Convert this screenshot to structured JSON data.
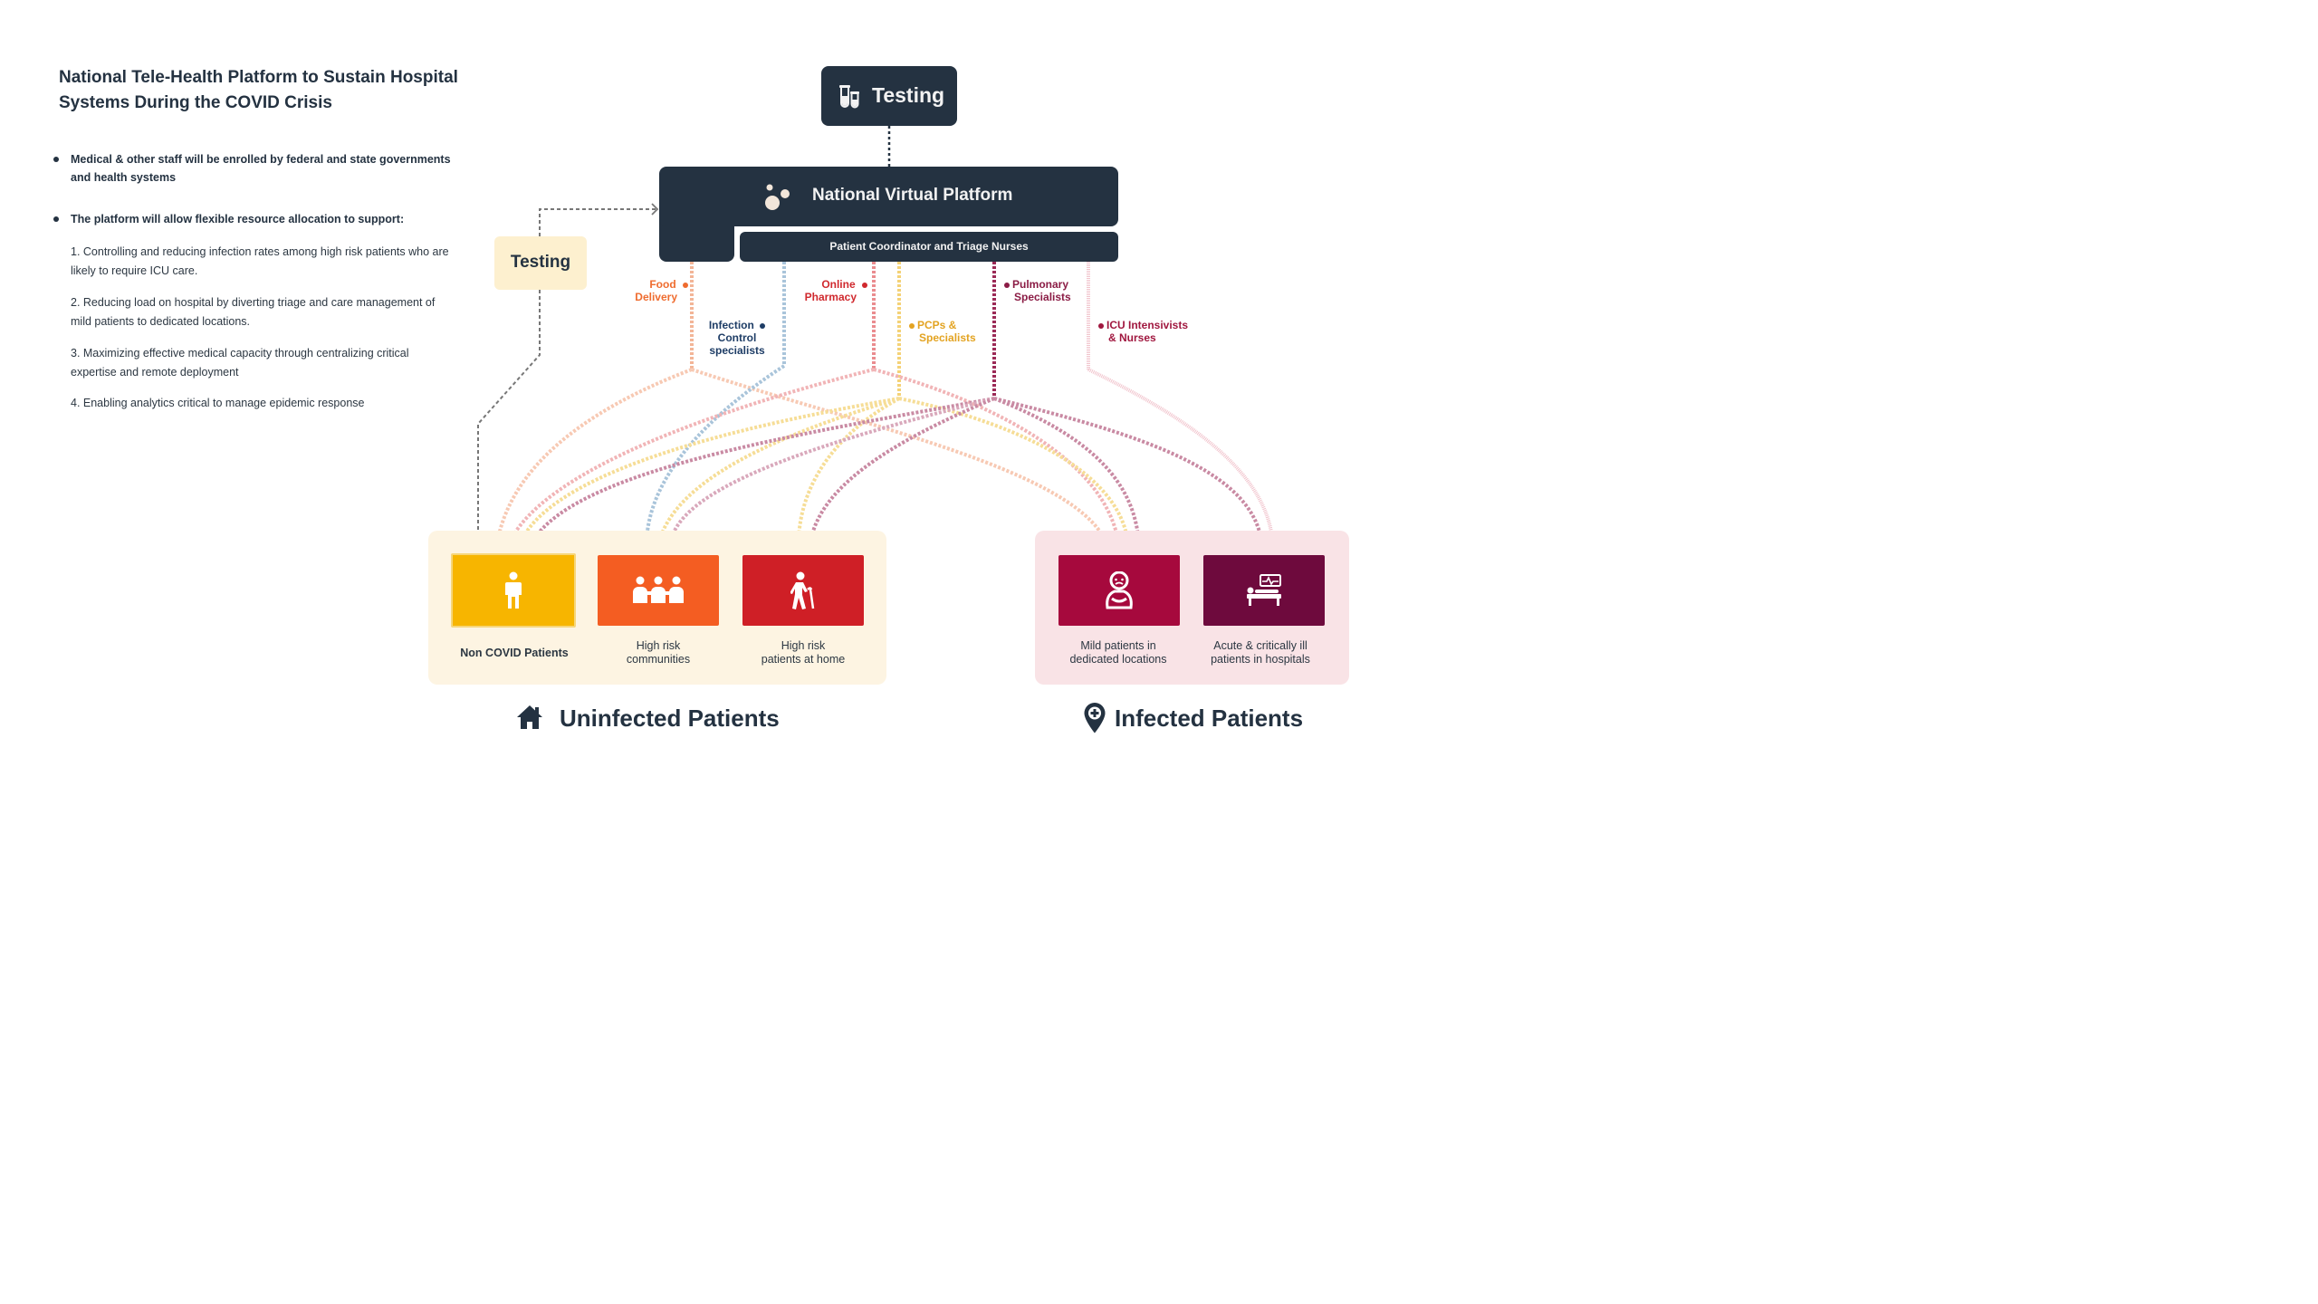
{
  "title": "National Tele-Health Platform to Sustain Hospital Systems During the COVID Crisis",
  "bullets": [
    "Medical & other staff will  be enrolled by federal and state governments and health systems",
    "The platform will  allow  flexible  resource allocation  to support:"
  ],
  "points": [
    "1. Controlling  and  reducing  infection rates among  high risk patients who are likely to require ICU care.",
    "2. Reducing load on hospital by diverting triage and care management of mild patients to dedicated locations.",
    "3. Maximizing  effective medical capacity through  centralizing critical expertise and remote deployment",
    "4. Enabling  analytics critical to manage  epidemic  response"
  ],
  "testing_top": {
    "label": "Testing",
    "icon": "test-tubes-icon"
  },
  "platform": {
    "label": "National Virtual Platform",
    "icon": "bubbles-icon",
    "sub_label": "Patient Coordinator and Triage Nurses"
  },
  "testing_left": {
    "label": "Testing"
  },
  "specialists": [
    {
      "id": "food",
      "line1": "Food",
      "line2": "Delivery",
      "color": "#ef6c2f"
    },
    {
      "id": "infection",
      "line1": "Infection",
      "line2": "Control",
      "line3": "specialists",
      "color": "#1e3d66"
    },
    {
      "id": "pharmacy",
      "line1": "Online",
      "line2": "Pharmacy",
      "color": "#d0292e"
    },
    {
      "id": "pcps",
      "line1": "PCPs &",
      "line2": "Specialists",
      "color": "#e3a321"
    },
    {
      "id": "pulmonary",
      "line1": "Pulmonary",
      "line2": "Specialists",
      "color": "#8b1c45"
    },
    {
      "id": "icu",
      "line1": "ICU Intensivists",
      "line2": "& Nurses",
      "color": "#a0173f"
    }
  ],
  "patients": [
    {
      "id": "non-covid",
      "line1": "Non COVID  Patients",
      "line2": "",
      "color": "#f7b500",
      "icon": "person-icon"
    },
    {
      "id": "high-risk-communities",
      "line1": "High  risk",
      "line2": "communities",
      "color": "#f45d22",
      "icon": "group-icon"
    },
    {
      "id": "high-risk-home",
      "line1": "High  risk",
      "line2": "patients at home",
      "color": "#cf1f26",
      "icon": "elderly-person-icon"
    },
    {
      "id": "mild",
      "line1": "Mild patients in",
      "line2": "dedicated locations",
      "color": "#a6093d",
      "icon": "sick-person-icon"
    },
    {
      "id": "acute",
      "line1": "Acute & critically ill",
      "line2": "patients in hospitals",
      "color": "#6e0a3d",
      "icon": "hospital-bed-icon"
    }
  ],
  "groups": {
    "uninfected": {
      "label": "Uninfected Patients",
      "icon": "house-icon"
    },
    "infected": {
      "label": "Infected Patients",
      "icon": "location-plus-icon"
    }
  }
}
